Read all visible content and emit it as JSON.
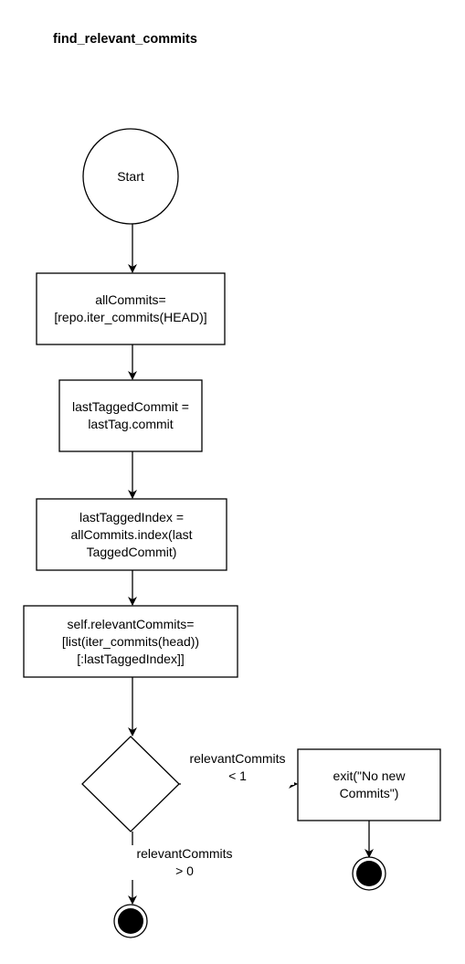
{
  "title": "find_relevant_commits",
  "nodes": {
    "start": "Start",
    "all_commits": [
      "allCommits=",
      "[repo.iter_commits(HEAD)]"
    ],
    "last_tagged_commit": [
      "lastTaggedCommit =",
      "lastTag.commit"
    ],
    "last_tagged_index": [
      "lastTaggedIndex =",
      "allCommits.index(last",
      "TaggedCommit)"
    ],
    "relevant_commits": [
      "self.relevantCommits=",
      "[list(iter_commits(head))",
      "[:lastTaggedIndex]]"
    ],
    "exit": [
      "exit(\"No new",
      "Commits\")"
    ]
  },
  "edges": {
    "lt_one": [
      "relevantCommits",
      "< 1"
    ],
    "gt_zero": [
      "relevantCommits",
      "> 0"
    ]
  },
  "colors": {
    "stroke": "#000000",
    "fill": "#ffffff",
    "terminal": "#000000"
  }
}
